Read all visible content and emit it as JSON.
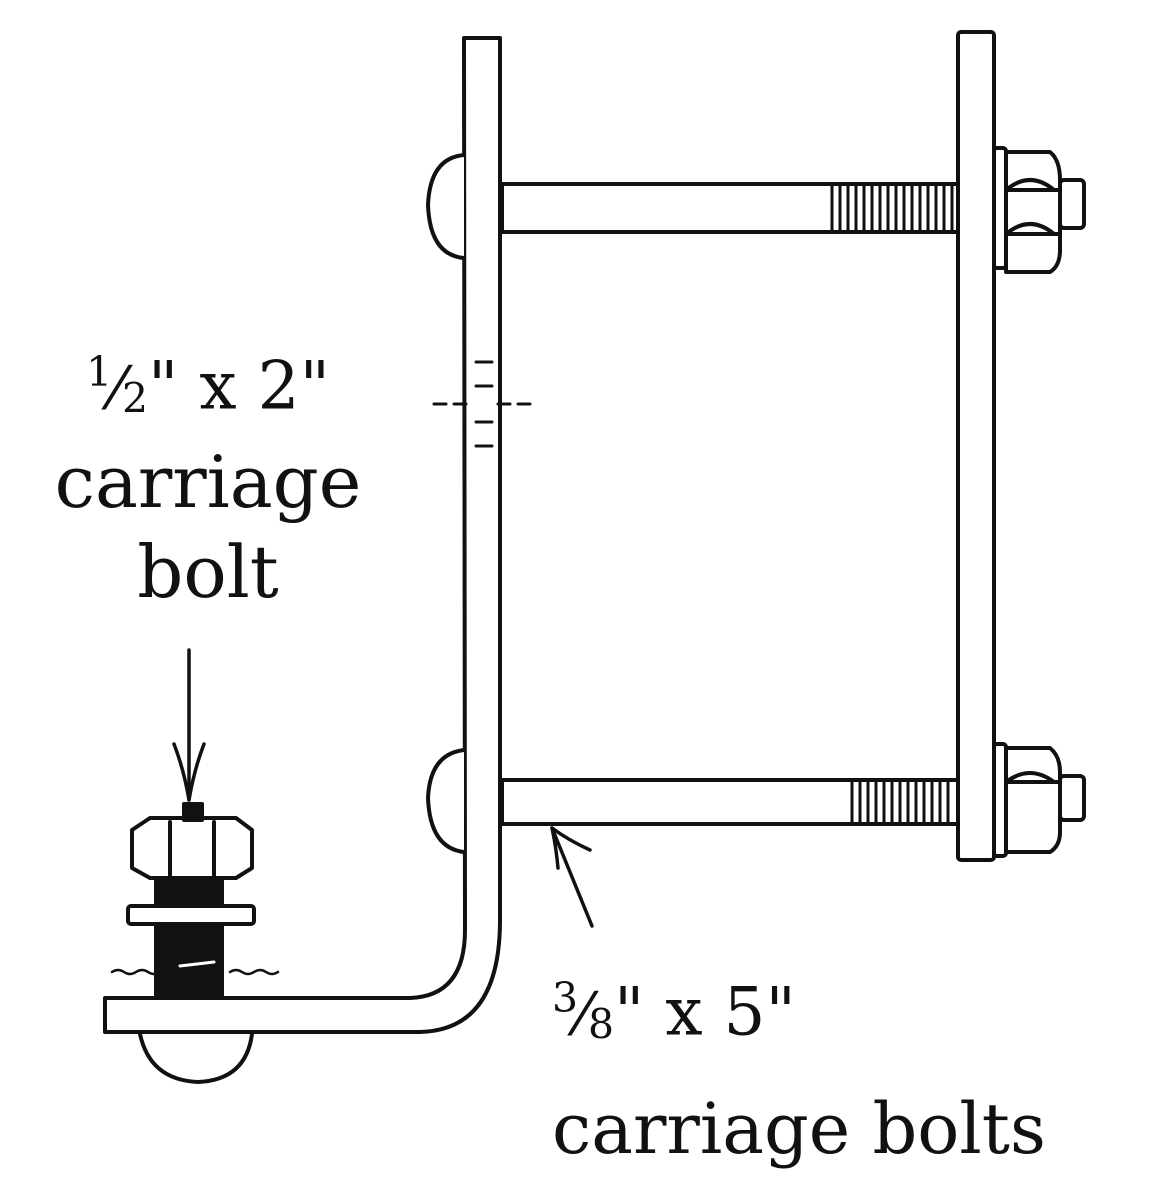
{
  "labels": {
    "small_bolt": {
      "size_whole_num": "1",
      "size_slash": "⁄",
      "size_den": "2",
      "size_rest": "\" x 2\"",
      "line2": "carriage",
      "line3": "bolt"
    },
    "long_bolts": {
      "size_num": "3",
      "size_slash": "⁄",
      "size_den": "8",
      "size_rest": "\" x 5\"",
      "line2": "carriage bolts"
    }
  },
  "colors": {
    "ink": "#111111",
    "paper": "#ffffff"
  }
}
